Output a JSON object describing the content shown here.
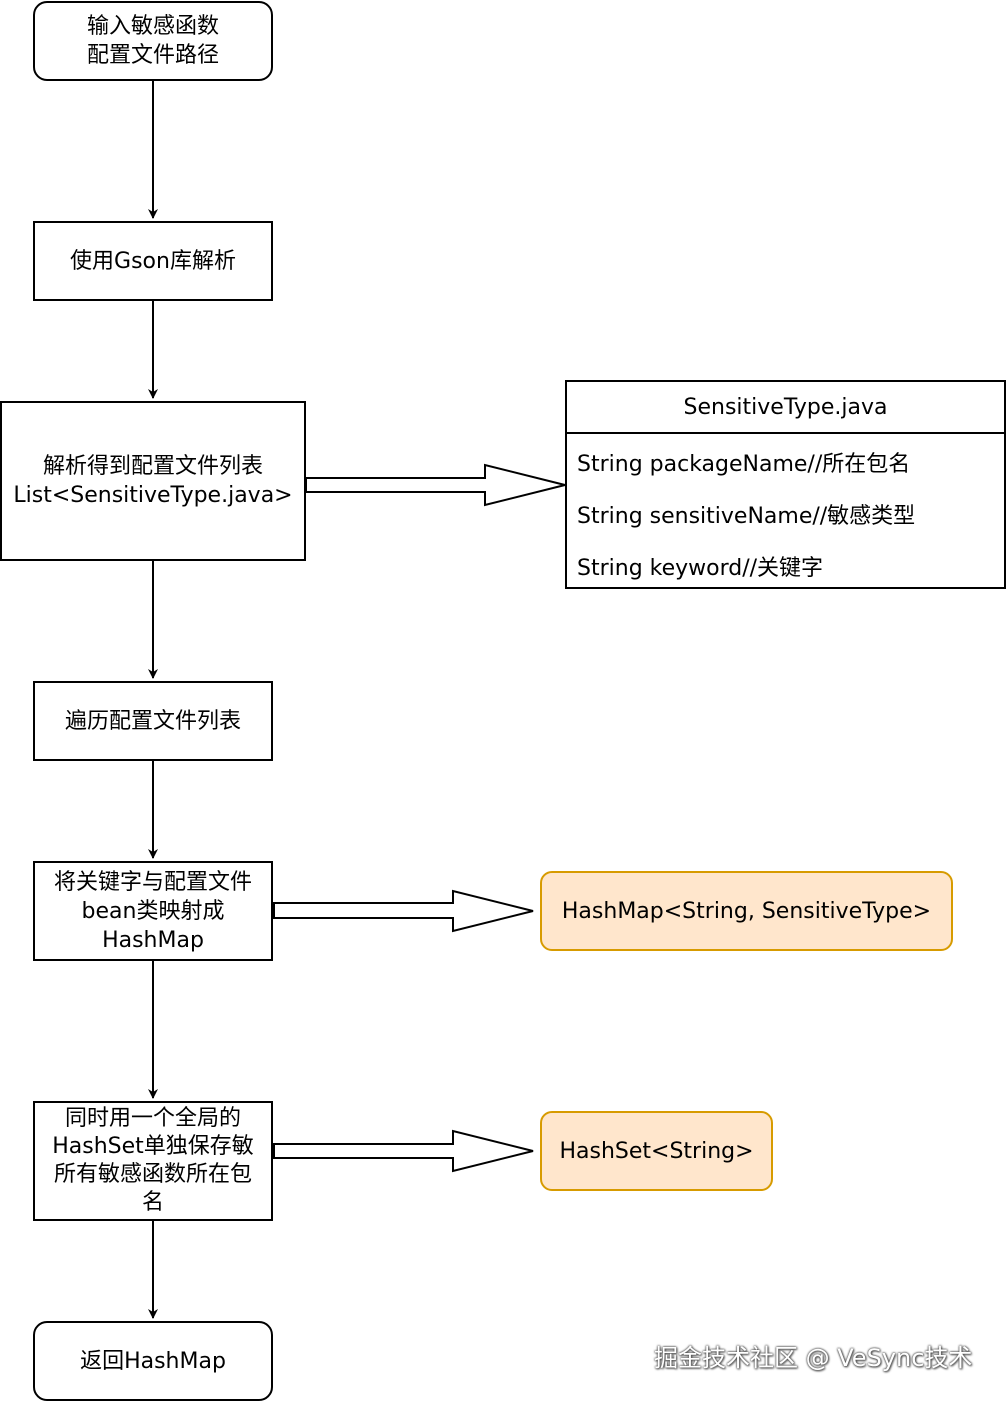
{
  "nodes": {
    "input": {
      "line1": "输入敏感函数",
      "line2": "配置文件路径"
    },
    "parse_gson": {
      "label": "使用Gson库解析"
    },
    "parse_list": {
      "line1": "解析得到配置文件列表",
      "line2": "List<SensitiveType.java>"
    },
    "traverse": {
      "label": "遍历配置文件列表"
    },
    "map_keyword": {
      "line1": "将关键字与配置文件",
      "line2": "bean类映射成",
      "line3": "HashMap"
    },
    "hashset_save": {
      "line1": "同时用一个全局的",
      "line2": "HashSet单独保存敏",
      "line3": "所有敏感函数所在包",
      "line4": "名"
    },
    "return_map": {
      "label": "返回HashMap"
    }
  },
  "class_box": {
    "title": "SensitiveType.java",
    "fields": [
      "String packageName//所在包名",
      "String sensitiveName//敏感类型",
      "String keyword//关键字"
    ]
  },
  "outputs": {
    "hashmap": "HashMap<String, SensitiveType>",
    "hashset": "HashSet<String>"
  },
  "watermark": "掘金技术社区 @ VeSync技术",
  "colors": {
    "output_fill": "#ffe6cc",
    "output_stroke": "#d79b00"
  }
}
